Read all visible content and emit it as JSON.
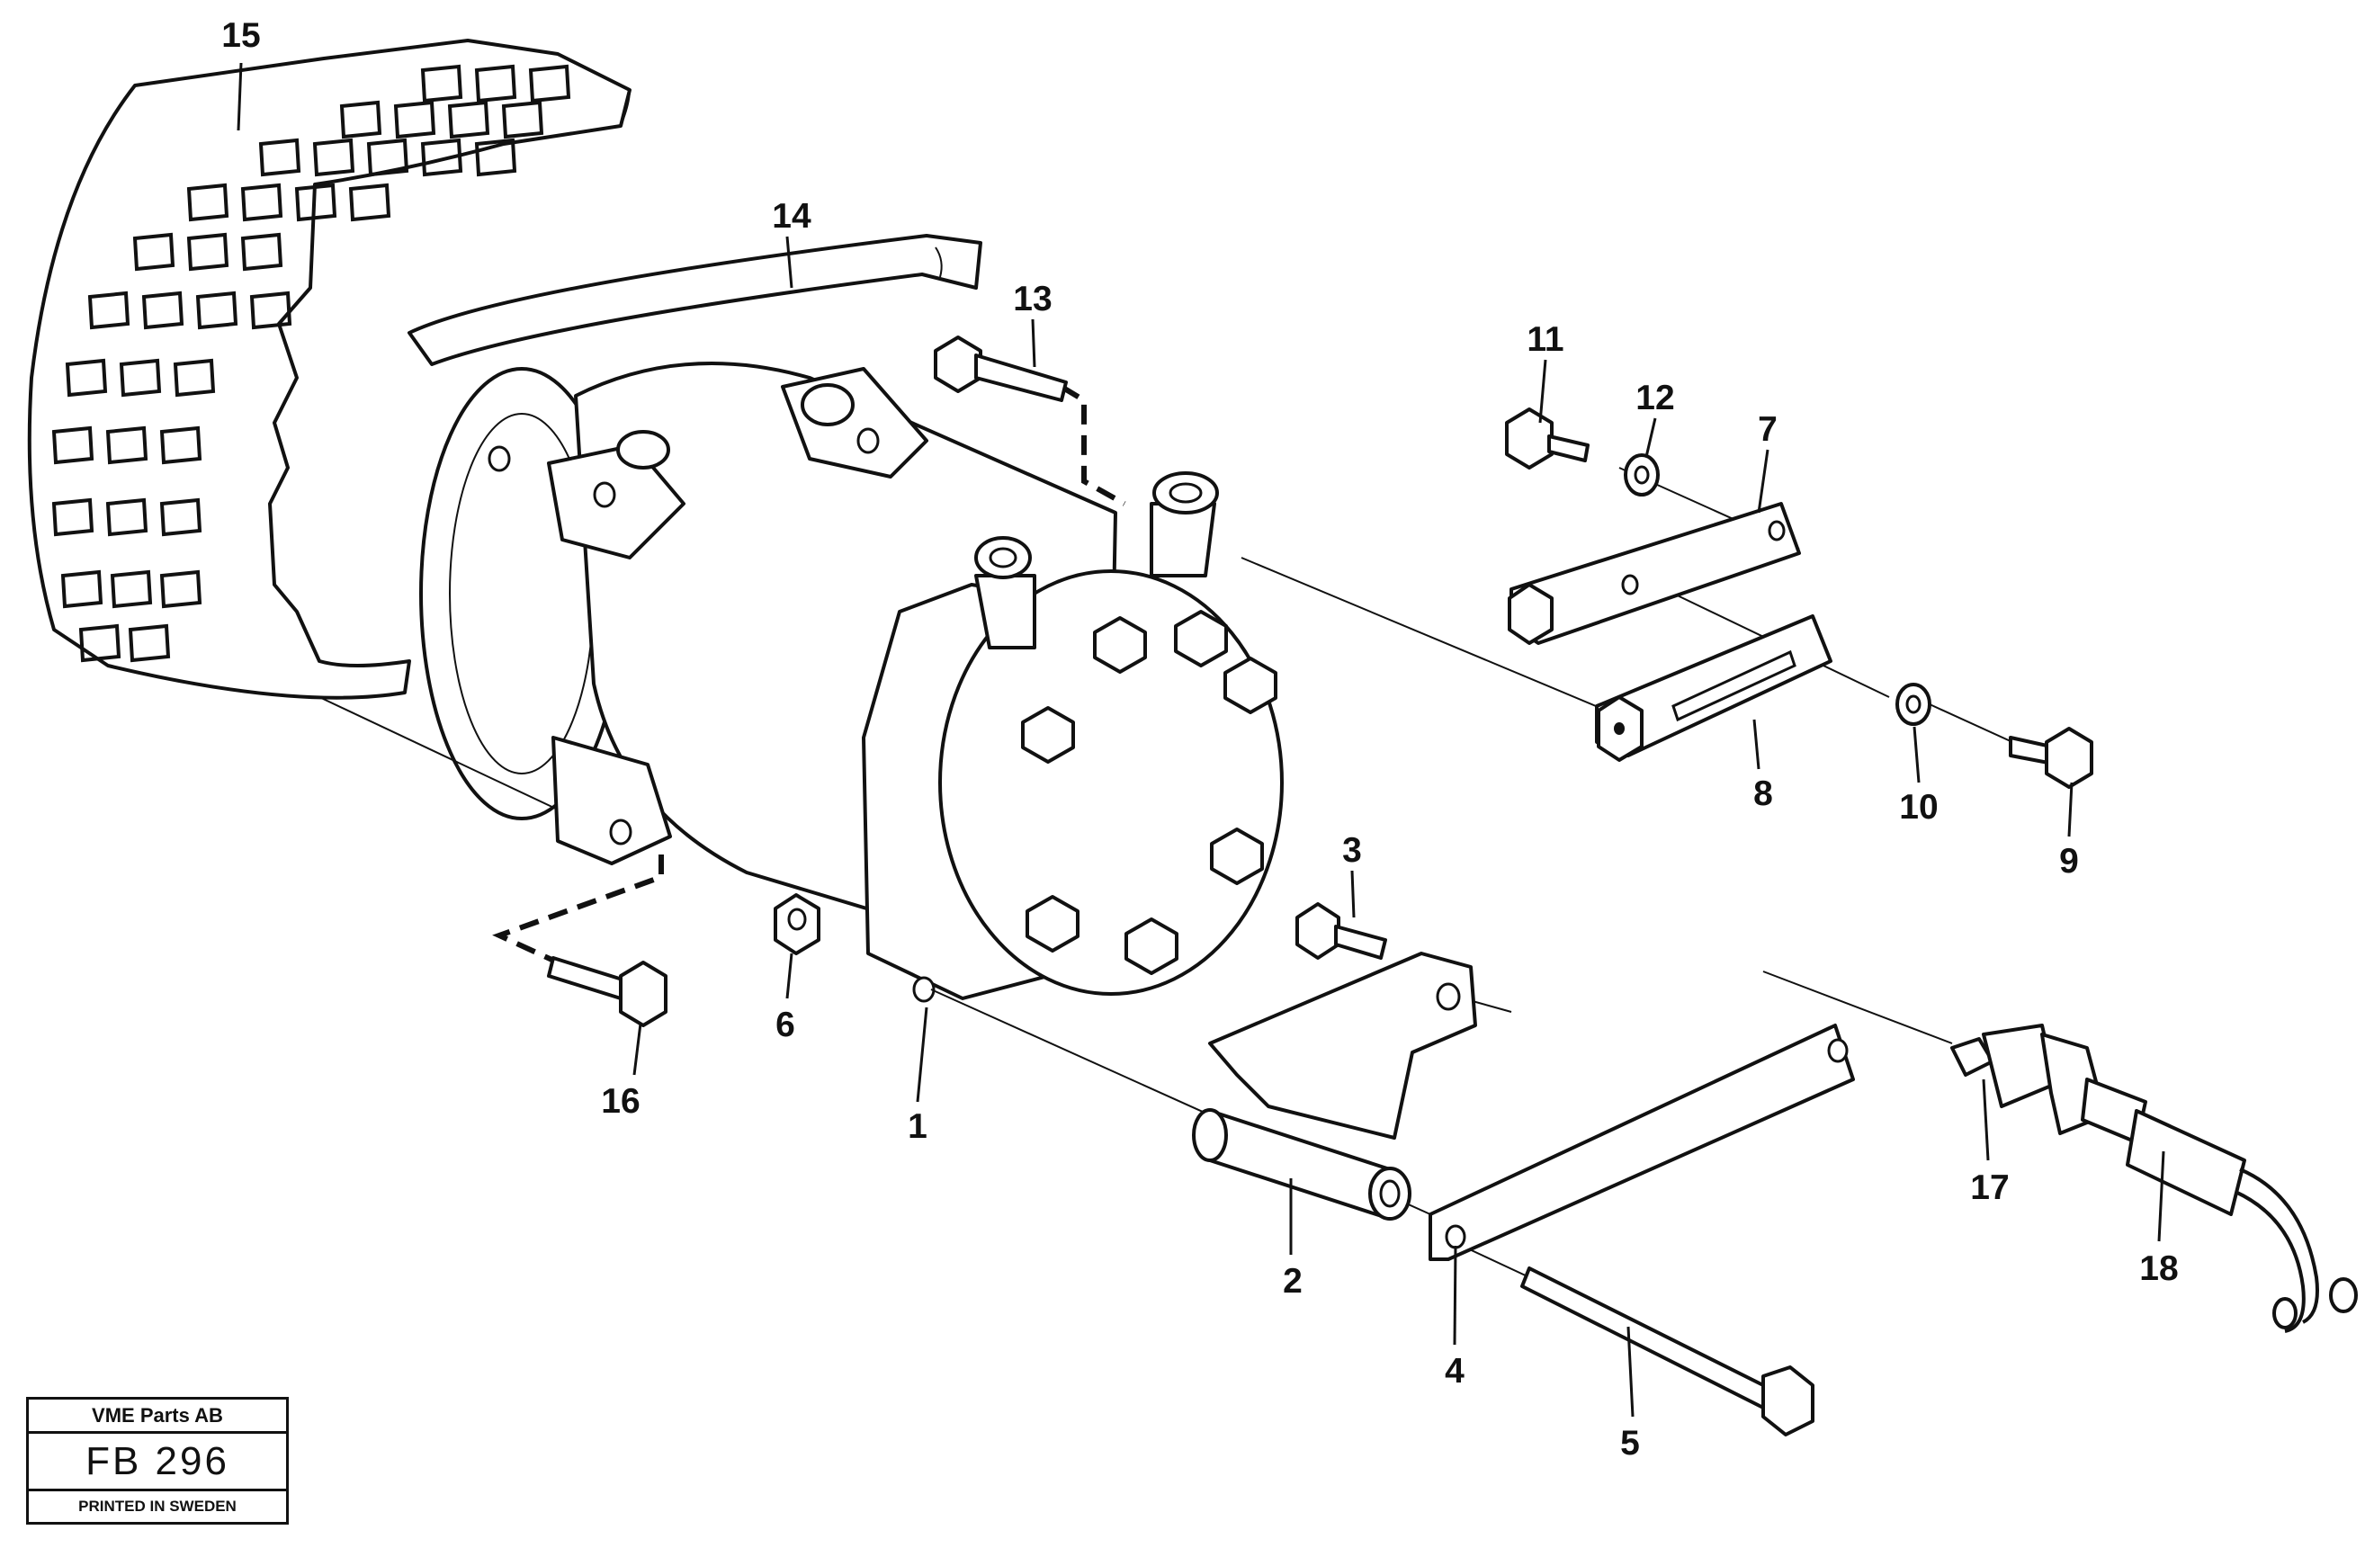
{
  "diagram": {
    "callouts": [
      "1",
      "2",
      "3",
      "4",
      "5",
      "6",
      "7",
      "8",
      "9",
      "10",
      "11",
      "12",
      "13",
      "14",
      "15",
      "16",
      "17",
      "18"
    ]
  },
  "title_block": {
    "company": "VME Parts AB",
    "code": "FB 296",
    "printed": "PRINTED IN SWEDEN"
  }
}
